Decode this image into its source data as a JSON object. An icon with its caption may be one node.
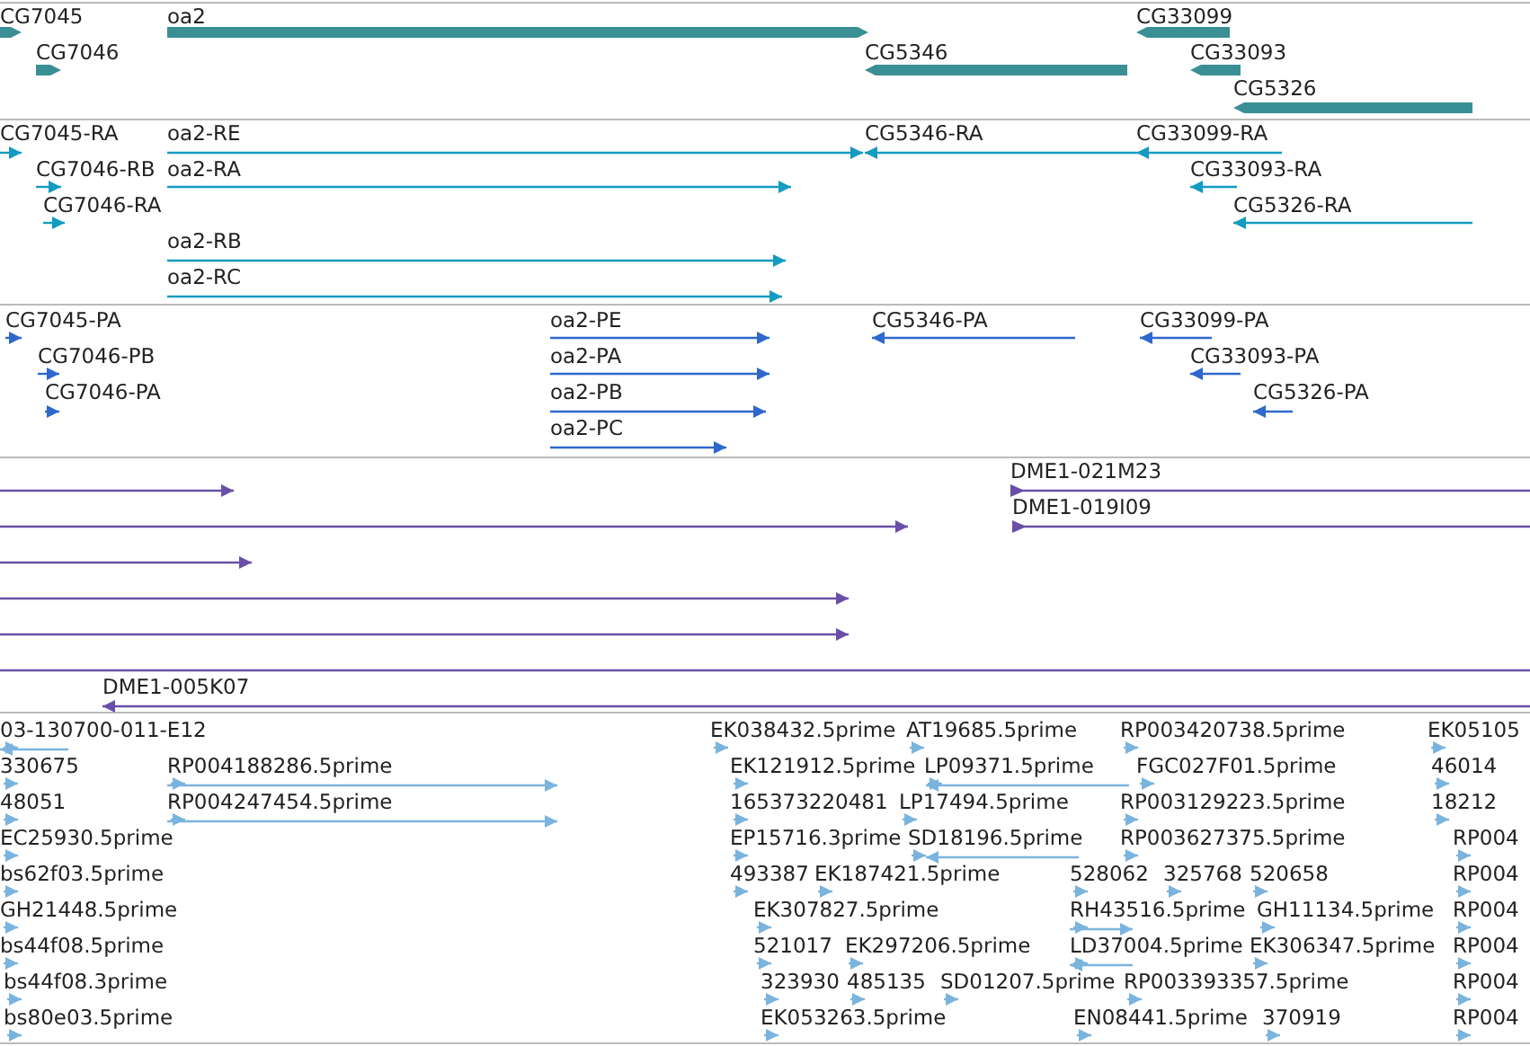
{
  "diagram": {
    "labels": [
      "CG7045",
      "oa2",
      "CG33099",
      "CG7046",
      "CG5346",
      "CG33093",
      "CG5326",
      "CG7045-RA",
      "oa2-RE",
      "CG5346-RA",
      "CG33099-RA",
      "CG7046-RB",
      "oa2-RA",
      "CG33093-RA",
      "CG7046-RA",
      "CG5326-RA",
      "oa2-RB",
      "oa2-RC",
      "CG7045-PA",
      "oa2-PE",
      "CG5346-PA",
      "CG33099-PA",
      "CG7046-PB",
      "oa2-PA",
      "CG33093-PA",
      "CG7046-PA",
      "oa2-PB",
      "CG5326-PA",
      "oa2-PC",
      "DME1-021M23",
      "DME1-019I09",
      "DME1-005K07",
      "03-130700-011-E12",
      "EK038432.5prime",
      "AT19685.5prime",
      "RP003420738.5prime",
      "EK05105",
      "330675",
      "RP004188286.5prime",
      "EK121912.5prime",
      "LP09371.5prime",
      "FGC027F01.5prime",
      "46014",
      "48051",
      "RP004247454.5prime",
      "165373220481",
      "LP17494.5prime",
      "RP003129223.5prime",
      "18212",
      "EC25930.5prime",
      "EP15716.3prime",
      "SD18196.5prime",
      "RP003627375.5prime",
      "RP004",
      "bs62f03.5prime",
      "493387",
      "EK187421.5prime",
      "528062",
      "325768",
      "520658",
      "RP004",
      "GH21448.5prime",
      "EK307827.5prime",
      "RH43516.5prime",
      "GH11134.5prime",
      "RP004",
      "bs44f08.5prime",
      "521017",
      "EK297206.5prime",
      "LD37004.5prime",
      "EK306347.5prime",
      "RP004",
      "bs44f08.3prime",
      "323930",
      "485135",
      "SD01207.5prime",
      "RP003393357.5prime",
      "RP004",
      "bs80e03.5prime",
      "EK053263.5prime",
      "EN08441.5prime",
      "370919",
      "RP004"
    ]
  }
}
